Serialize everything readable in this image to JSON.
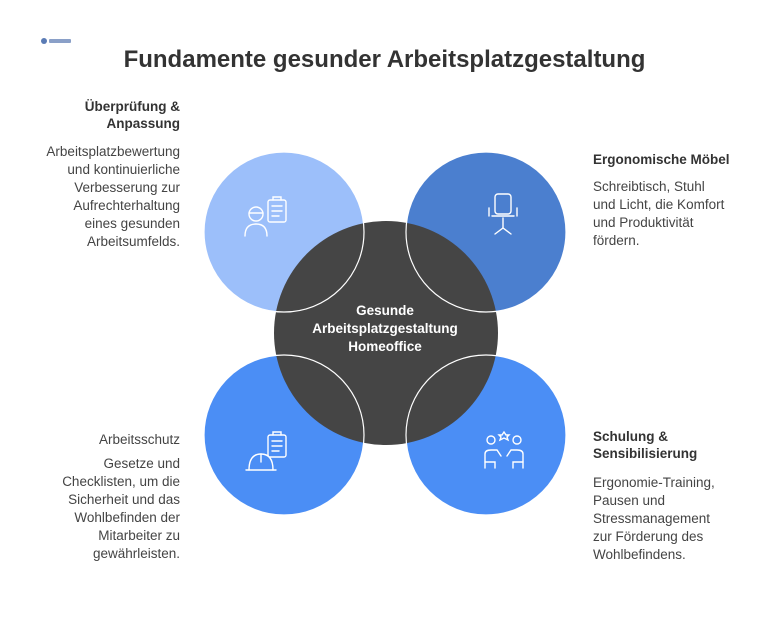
{
  "title": "Fundamente gesunder Arbeitsplatzgestaltung",
  "center": {
    "line1": "Gesunde",
    "line2": "Arbeitsplatzgestaltung",
    "line3": "Homeoffice"
  },
  "quadrants": {
    "top_left": {
      "heading_line1": "Überprüfung &",
      "heading_line2": "Anpassung",
      "desc": [
        "Arbeitsplatzbewertung",
        "und kontinuierliche",
        "Verbesserung zur",
        "Aufrechterhaltung",
        "eines gesunden",
        "Arbeitsumfelds."
      ],
      "icon": "worker-clipboard-icon",
      "color": "#9cbffa"
    },
    "top_right": {
      "heading_line1": "Ergonomische Möbel",
      "desc": [
        "Schreibtisch, Stuhl",
        "und Licht, die Komfort",
        "und Produktivität",
        "fördern."
      ],
      "icon": "office-chair-icon",
      "color": "#4b7fcf"
    },
    "bottom_left": {
      "heading_line1": "Arbeitsschutz",
      "desc": [
        "Gesetze und",
        "Checklisten, um die",
        "Sicherheit und das",
        "Wohlbefinden der",
        "Mitarbeiter zu",
        "gewährleisten."
      ],
      "icon": "hardhat-clipboard-icon",
      "color": "#4b8ef5"
    },
    "bottom_right": {
      "heading_line1": "Schulung &",
      "heading_line2": "Sensibilisierung",
      "desc": [
        "Ergonomie-Training,",
        "Pausen und",
        "Stressmanagement",
        "zur Förderung des",
        "Wohlbefindens."
      ],
      "icon": "training-people-icon",
      "color": "#4b8ef5"
    }
  },
  "colors": {
    "center": "#454545",
    "title": "#333333"
  }
}
